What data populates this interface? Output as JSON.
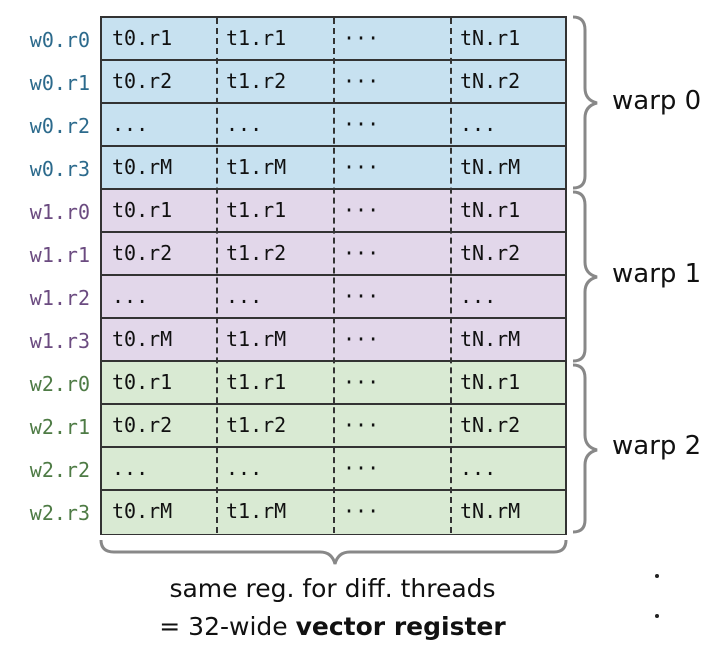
{
  "colors": {
    "warp0": "#c7e1f0",
    "warp1": "#e2d7ea",
    "warp2": "#d9ead3",
    "warp0_label": "#2c6a8c",
    "warp1_label": "#6b4b80",
    "warp2_label": "#4e7b45"
  },
  "warps": [
    {
      "label": "warp 0",
      "rows": [
        {
          "label": "w0.r0",
          "cells": [
            "t0.r1",
            "t1.r1",
            "···",
            "tN.r1"
          ]
        },
        {
          "label": "w0.r1",
          "cells": [
            "t0.r2",
            "t1.r2",
            "···",
            "tN.r2"
          ]
        },
        {
          "label": "w0.r2",
          "cells": [
            "...",
            "...",
            "···",
            "..."
          ]
        },
        {
          "label": "w0.r3",
          "cells": [
            "t0.rM",
            "t1.rM",
            "···",
            "tN.rM"
          ]
        }
      ]
    },
    {
      "label": "warp 1",
      "rows": [
        {
          "label": "w1.r0",
          "cells": [
            "t0.r1",
            "t1.r1",
            "···",
            "tN.r1"
          ]
        },
        {
          "label": "w1.r1",
          "cells": [
            "t0.r2",
            "t1.r2",
            "···",
            "tN.r2"
          ]
        },
        {
          "label": "w1.r2",
          "cells": [
            "...",
            "...",
            "···",
            "..."
          ]
        },
        {
          "label": "w1.r3",
          "cells": [
            "t0.rM",
            "t1.rM",
            "···",
            "tN.rM"
          ]
        }
      ]
    },
    {
      "label": "warp 2",
      "rows": [
        {
          "label": "w2.r0",
          "cells": [
            "t0.r1",
            "t1.r1",
            "···",
            "tN.r1"
          ]
        },
        {
          "label": "w2.r1",
          "cells": [
            "t0.r2",
            "t1.r2",
            "···",
            "tN.r2"
          ]
        },
        {
          "label": "w2.r2",
          "cells": [
            "...",
            "...",
            "···",
            "..."
          ]
        },
        {
          "label": "w2.r3",
          "cells": [
            "t0.rM",
            "t1.rM",
            "···",
            "tN.rM"
          ]
        }
      ]
    }
  ],
  "caption": {
    "line1": "same reg. for diff. threads",
    "line2_prefix": "= 32-wide ",
    "line2_bold": "vector register"
  }
}
